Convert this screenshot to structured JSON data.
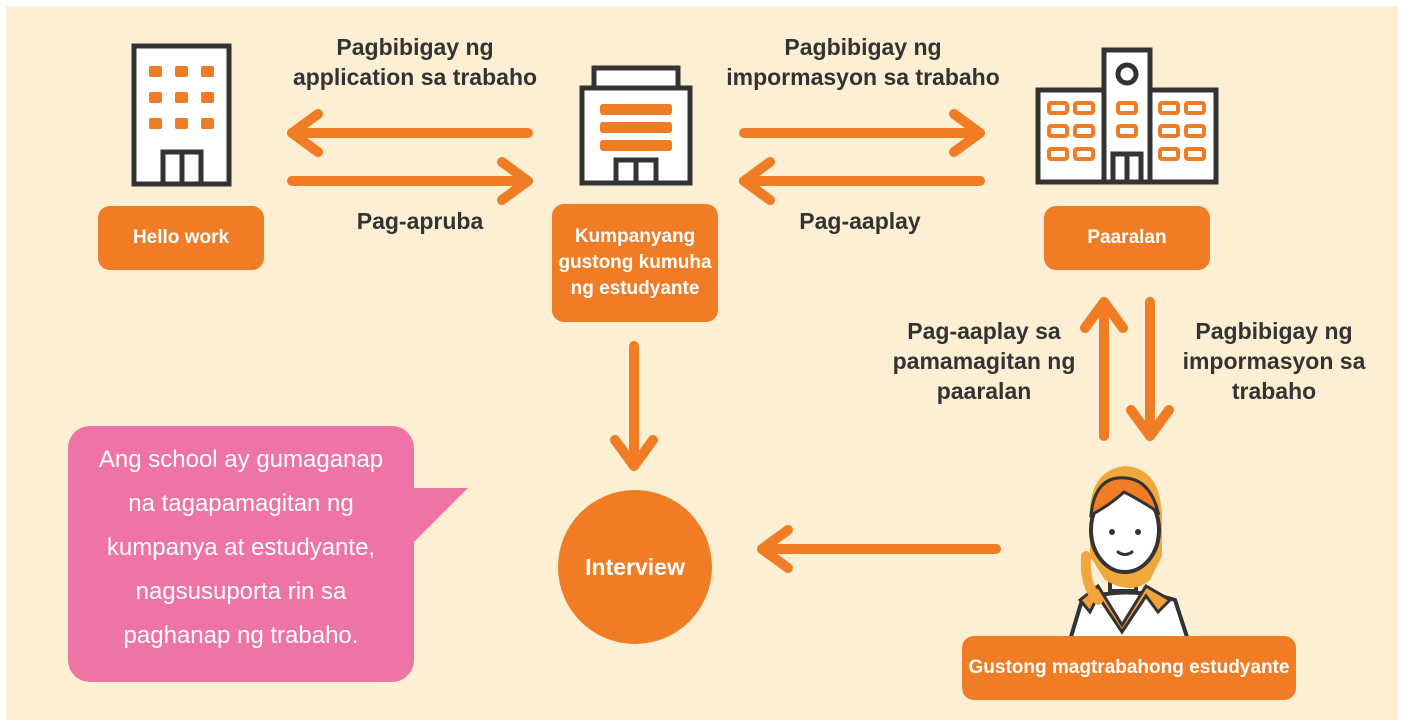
{
  "nodes": {
    "hello_work": "Hello work",
    "company": "Kumpanyang\ngustong kumuha\nng estudyante",
    "school": "Paaralan",
    "student": "Gustong magtrabahong estudyante",
    "interview": "Interview"
  },
  "edges": {
    "company_to_hellowork": "Pagbibigay ng\napplication sa trabaho",
    "hellowork_to_company": "Pag-apruba",
    "company_to_school": "Pagbibigay ng\nimpormasyon sa trabaho",
    "school_to_company": "Pag-aaplay",
    "student_to_school": "Pag-aaplay sa\npamamagitan ng\npaaralan",
    "school_to_student": "Pagbibigay ng\nimpormasyon sa\ntrabaho"
  },
  "note": {
    "text": "Ang school ay gumaganap\nna tagapamagitan ng\nkumpanya at estudyante,\nnagsusuporta rin sa\npaghanap ng trabaho."
  },
  "colors": {
    "background": "#fdefd3",
    "accent": "#f07d26",
    "note": "#ef74a6",
    "line": "#333333"
  },
  "icons": [
    "office-building-icon",
    "company-building-icon",
    "school-building-icon",
    "student-avatar-icon"
  ]
}
